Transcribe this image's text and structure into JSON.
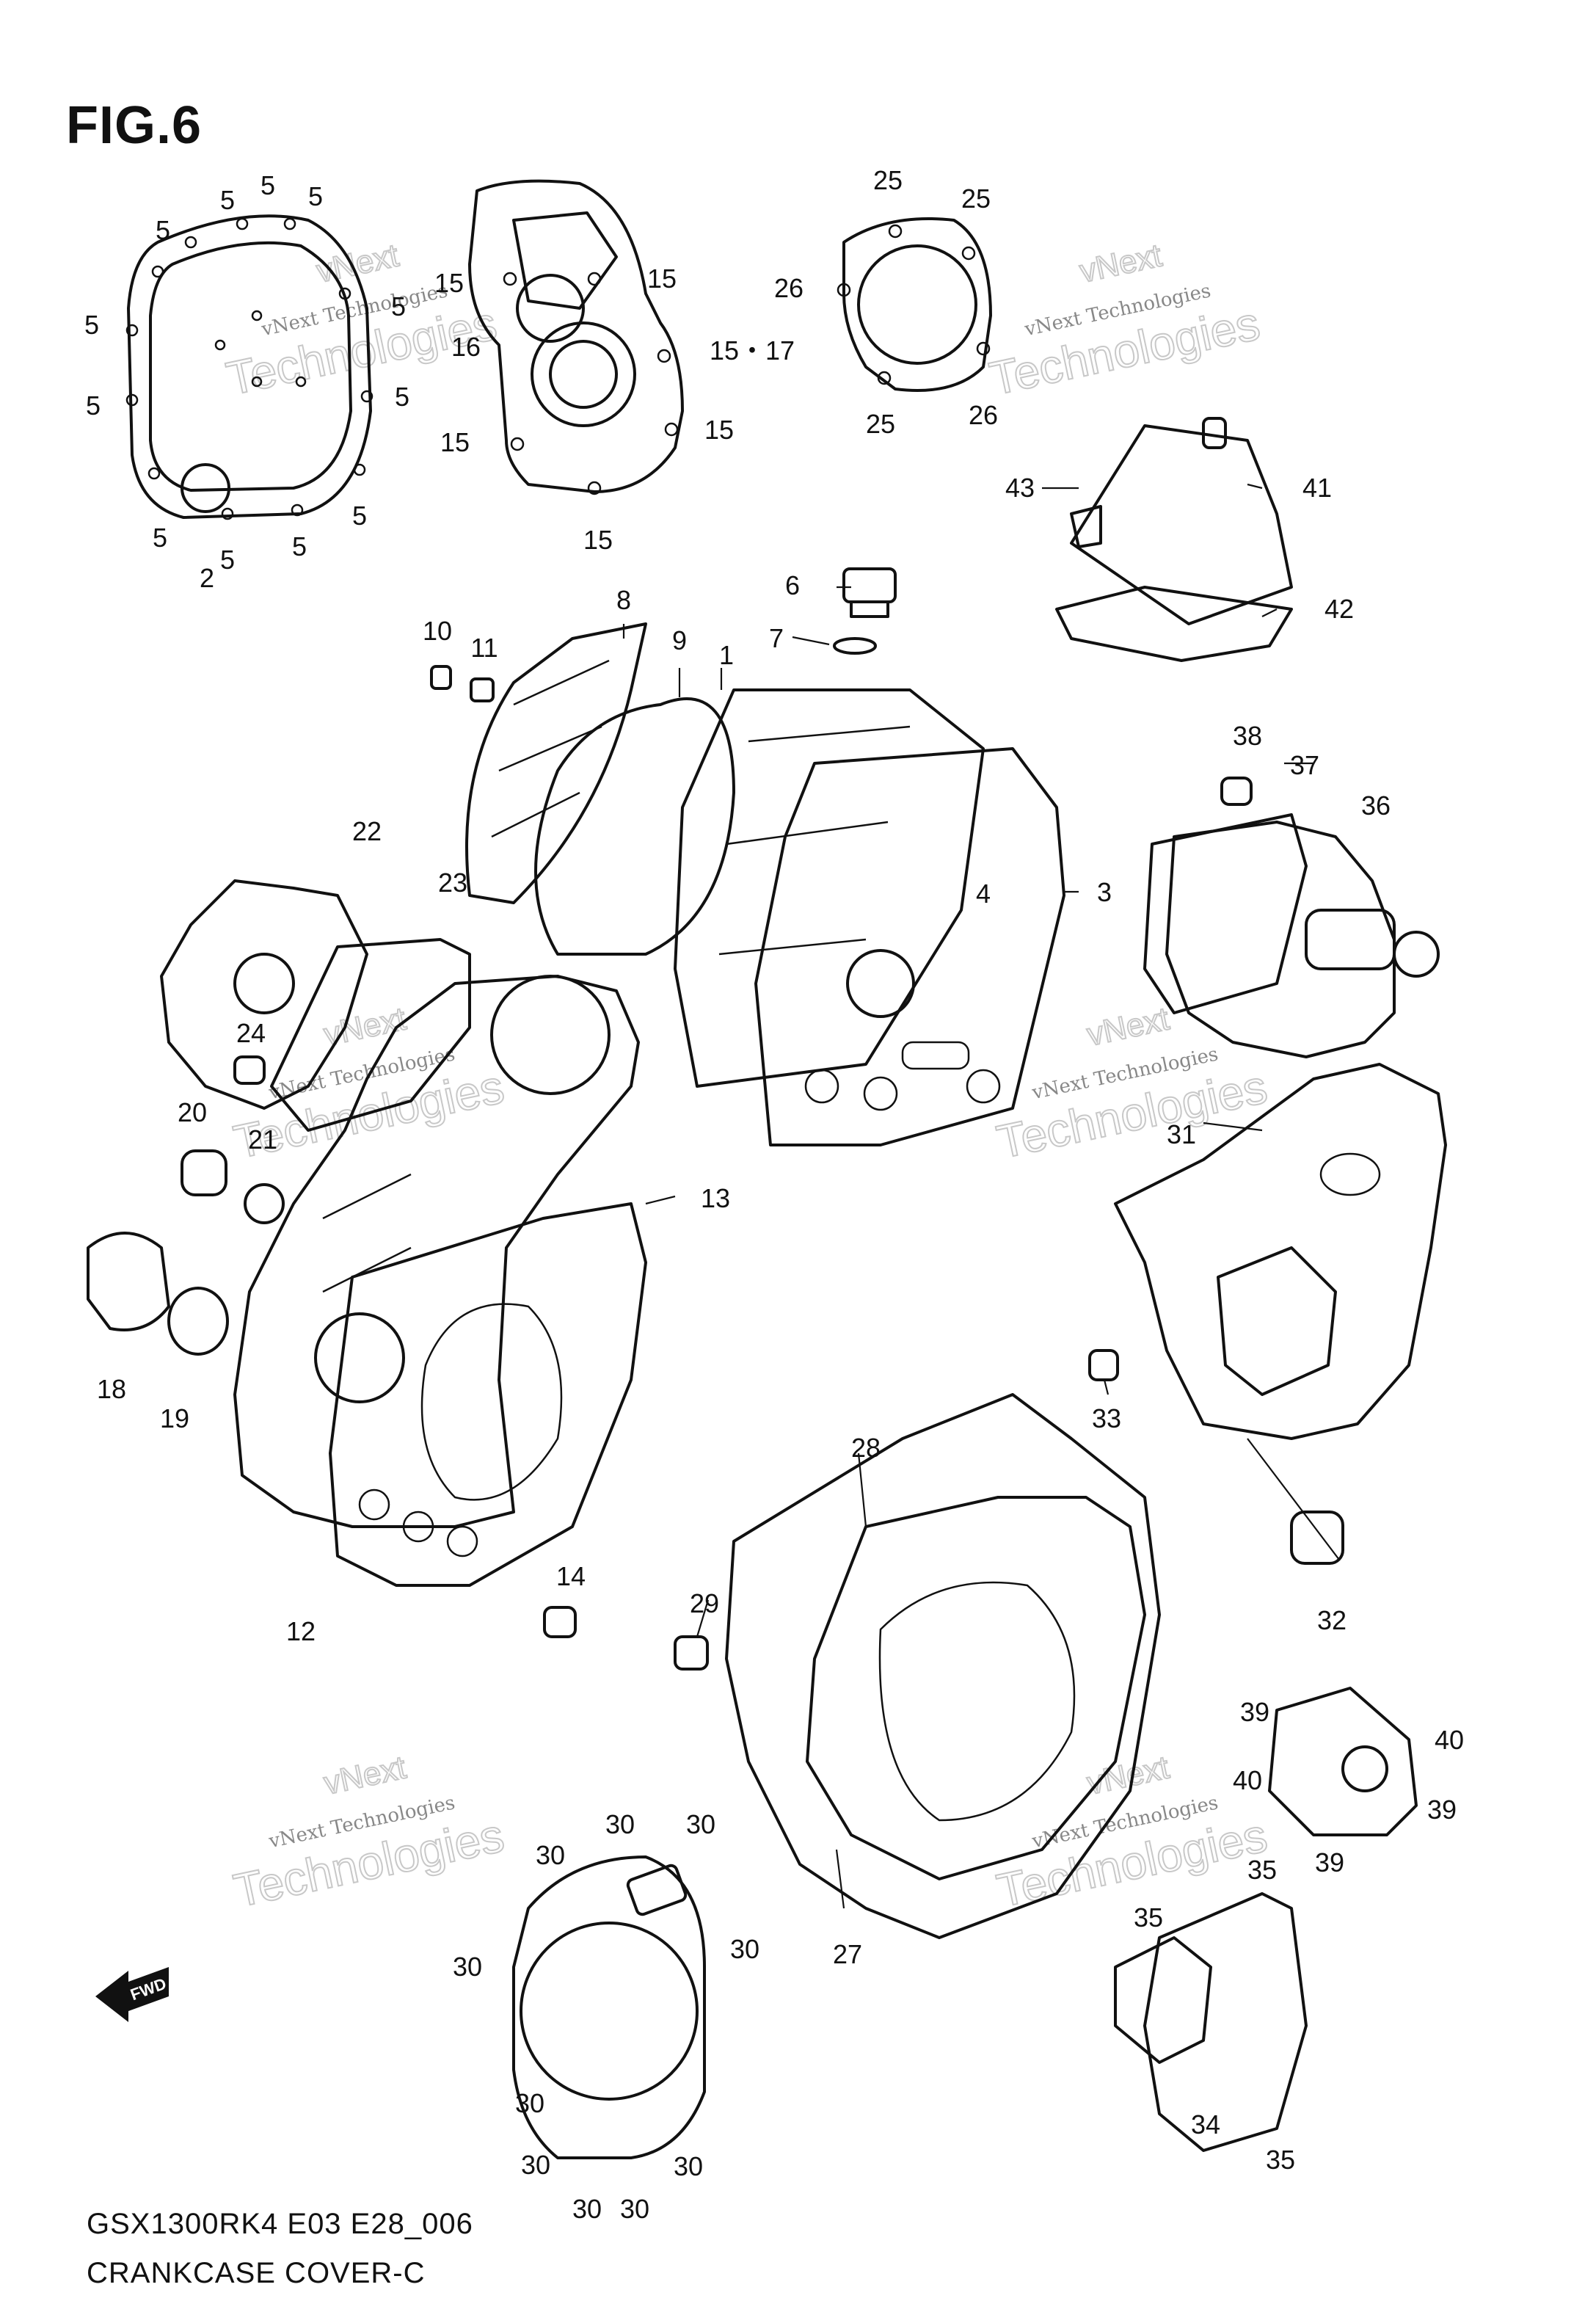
{
  "figure": {
    "title": "FIG.6"
  },
  "caption": {
    "model": "GSX1300RK4 E03 E28_006",
    "name": "CRANKCASE COVER-C"
  },
  "watermark": {
    "line1": "vNext Technologies",
    "line2": "vNext",
    "line3": "Technologies"
  },
  "fwd_label": "FWD",
  "labels": {
    "p1": "1",
    "p2": "2",
    "p3": "3",
    "p4": "4",
    "p6": "6",
    "p7": "7",
    "p8": "8",
    "p9": "9",
    "p10": "10",
    "p11": "11",
    "p12": "12",
    "p13": "13",
    "p14": "14",
    "p15": "15",
    "p15_17": "15・17",
    "p16": "16",
    "p18": "18",
    "p19": "19",
    "p20": "20",
    "p21": "21",
    "p22": "22",
    "p23": "23",
    "p24": "24",
    "p25": "25",
    "p26": "26",
    "p27": "27",
    "p28": "28",
    "p29": "29",
    "p30": "30",
    "p31": "31",
    "p32": "32",
    "p33": "33",
    "p34": "34",
    "p35": "35",
    "p36": "36",
    "p37": "37",
    "p38": "38",
    "p39": "39",
    "p40": "40",
    "p41": "41",
    "p42": "42",
    "p43": "43",
    "p5": "5"
  }
}
